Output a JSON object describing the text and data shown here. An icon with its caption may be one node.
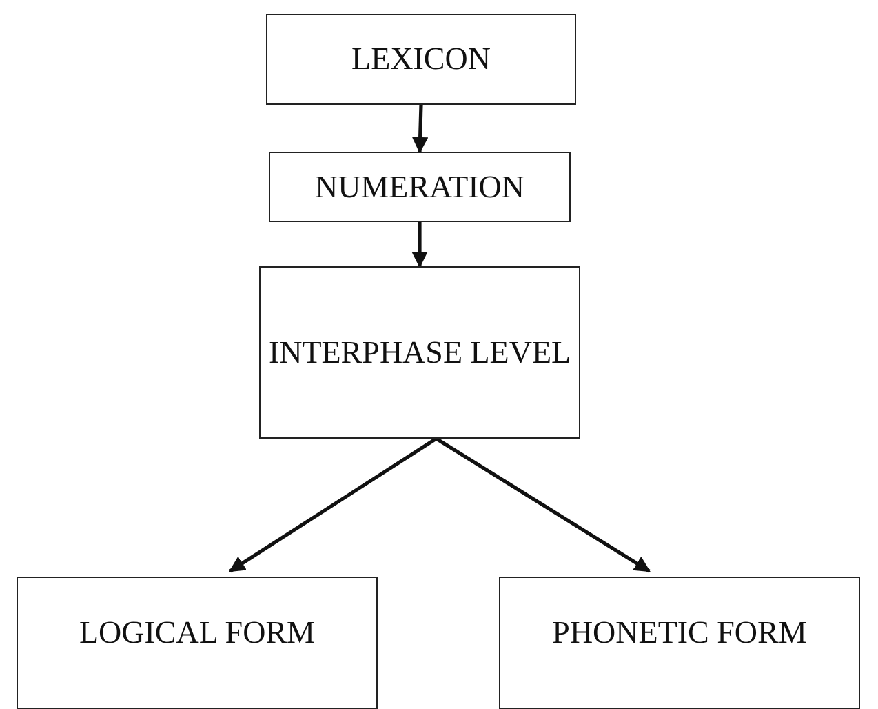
{
  "diagram": {
    "nodes": [
      {
        "text": [
          "LEXICON"
        ]
      },
      {
        "text": [
          "NUMERATION"
        ]
      },
      {
        "text": [
          "INTERPHASE LEVEL"
        ]
      },
      {
        "text": [
          "LOGICAL FORM"
        ]
      },
      {
        "text": [
          "PHONETIC FORM"
        ]
      }
    ],
    "edges": [
      {
        "from": 0,
        "to": 1,
        "arrow": "to"
      },
      {
        "from": 1,
        "to": 2,
        "arrow": "to"
      },
      {
        "from": 2,
        "to": 3,
        "arrow": "to"
      },
      {
        "from": 2,
        "to": 4,
        "arrow": "to"
      }
    ]
  }
}
